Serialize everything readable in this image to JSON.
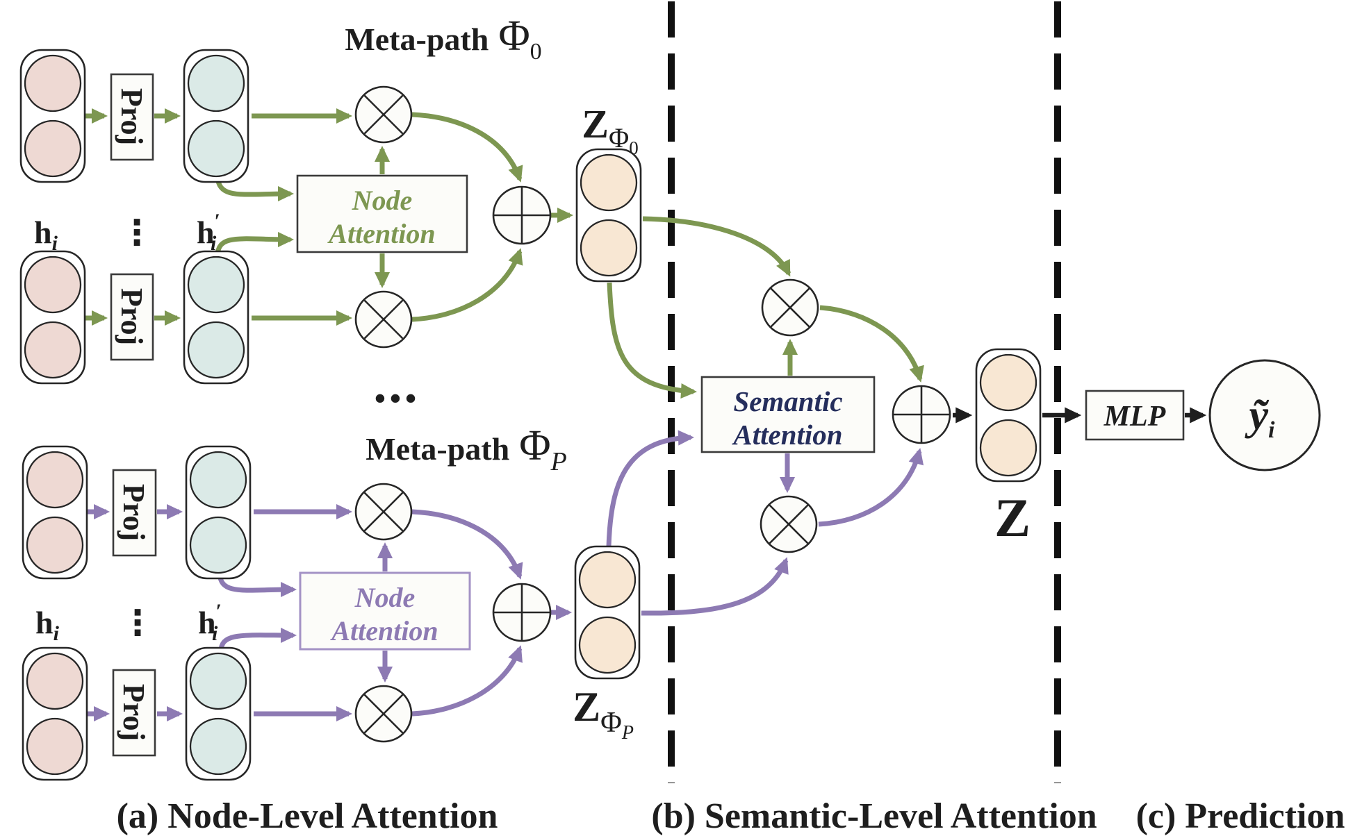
{
  "figure": {
    "colors": {
      "metapath0_accent": "#7d9751",
      "metapathP_accent": "#8d7ab3",
      "semantic_text": "#252e5c",
      "input_node_fill": "#eed9d3",
      "projected_node_fill": "#dbeae7",
      "embedding_node_fill": "#f8e7d3",
      "line_black": "#1e1e1e"
    },
    "icons": {
      "multiply_icon": "circle-with-x",
      "sum_icon": "circle-with-plus",
      "ellipsis_horizontal": "•••",
      "ellipsis_vertical": "⋮"
    },
    "metapath0": {
      "title_prefix": "Meta-path",
      "title_phi": "Φ",
      "title_sub": "0",
      "z_main": "Z",
      "z_phi": "Φ",
      "z_sub": "0"
    },
    "metapathP": {
      "title_prefix": "Meta-path",
      "title_phi": "Φ",
      "title_sub": "P",
      "z_main": "Z",
      "z_phi": "Φ",
      "z_sub": "P"
    },
    "labels": {
      "h_main": "h",
      "h_sub": "i",
      "h_prime_mark": "′",
      "proj": "Proj",
      "node_attention_line1": "Node",
      "node_attention_line2": "Attention",
      "semantic_attention_line1": "Semantic",
      "semantic_attention_line2": "Attention",
      "final_z": "Z",
      "mlp": "MLP",
      "y_main": "ỹ",
      "y_sub": "i"
    },
    "captions": {
      "a": "(a) Node-Level Attention",
      "b": "(b) Semantic-Level Attention",
      "c": "(c) Prediction"
    }
  }
}
